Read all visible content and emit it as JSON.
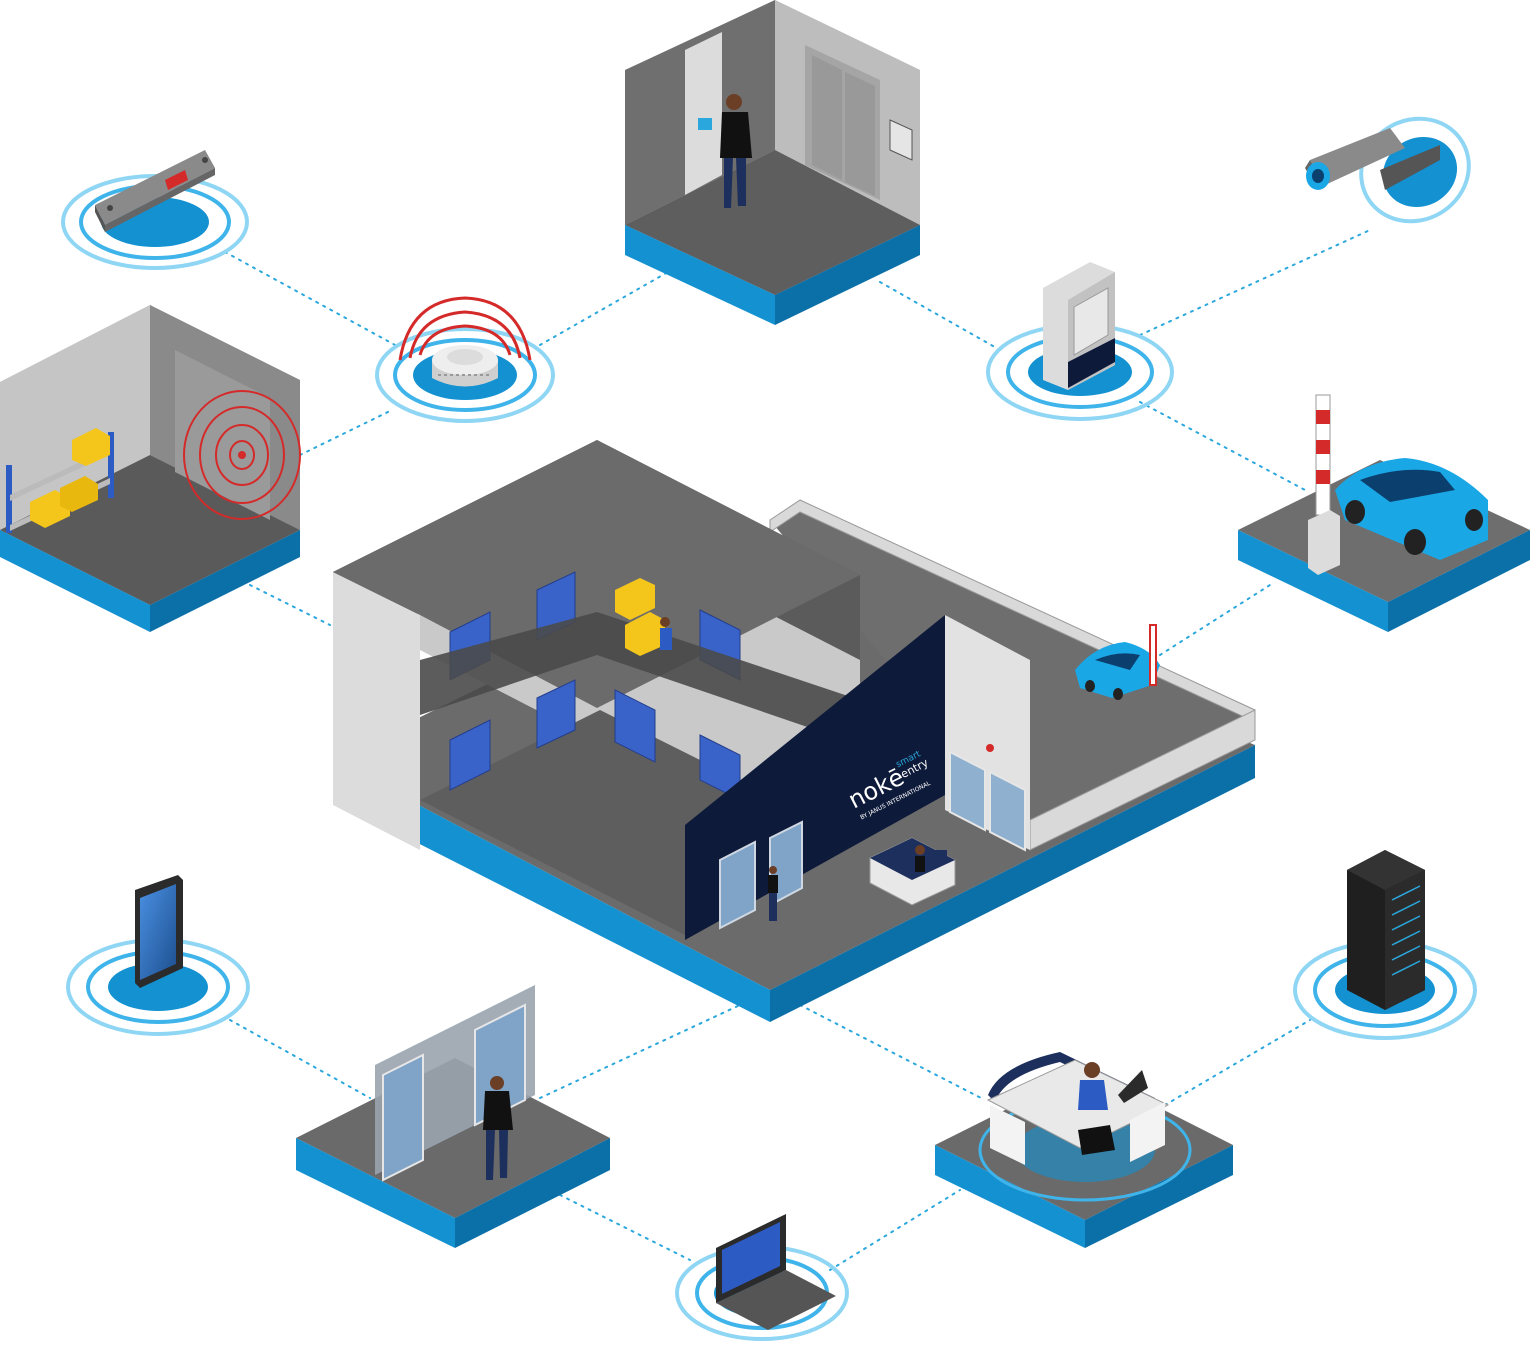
{
  "colors": {
    "blue": "#1391d0",
    "blue_dark": "#0b6fa8",
    "ring": "#8fd6f5",
    "ring_strong": "#3fb4ea",
    "floor": "#6e6e6e",
    "floor_dark": "#555555",
    "wall_light": "#d9d9d9",
    "wall_mid": "#bdbdbd",
    "wall_dark": "#8a8a8a",
    "roof": "#6b6b6b",
    "navy": "#0e1a3a",
    "door_blue": "#3a63c9",
    "box_yellow": "#f4c61c",
    "car_blue": "#1aa7e6",
    "alarm_red": "#d52a2a"
  },
  "brand": {
    "logo_word": "nokē",
    "logo_sub_1": "smart",
    "logo_sub_2": "entry",
    "logo_byline": "BY JANUS INTERNATIONAL"
  },
  "nodes": [
    {
      "id": "door-lock",
      "icon": "lock-sensor-icon"
    },
    {
      "id": "smoke-detector",
      "icon": "smoke-detector-icon"
    },
    {
      "id": "elevator",
      "icon": "elevator-room-icon"
    },
    {
      "id": "keypad",
      "icon": "keypad-icon"
    },
    {
      "id": "security-camera",
      "icon": "security-camera-icon"
    },
    {
      "id": "gate",
      "icon": "gate-barrier-icon"
    },
    {
      "id": "storage-unit",
      "icon": "storage-unit-icon"
    },
    {
      "id": "smartphone",
      "icon": "smartphone-icon"
    },
    {
      "id": "entrance-doors",
      "icon": "sliding-door-icon"
    },
    {
      "id": "laptop",
      "icon": "laptop-icon"
    },
    {
      "id": "front-desk",
      "icon": "front-desk-icon"
    },
    {
      "id": "server",
      "icon": "server-rack-icon"
    }
  ]
}
